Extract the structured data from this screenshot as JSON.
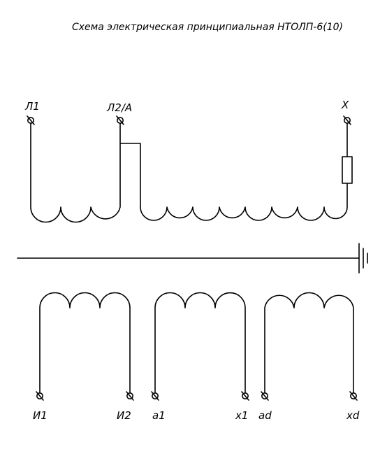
{
  "diagram": {
    "title": "Схема электрическая принципиальная НТОЛП-6(10)",
    "labels": {
      "l1": "Л1",
      "l2a": "Л2/А",
      "x": "X",
      "i1": "И1",
      "i2": "И2",
      "a1": "а1",
      "x1": "х1",
      "ad": "аd",
      "xd": "хd"
    }
  }
}
